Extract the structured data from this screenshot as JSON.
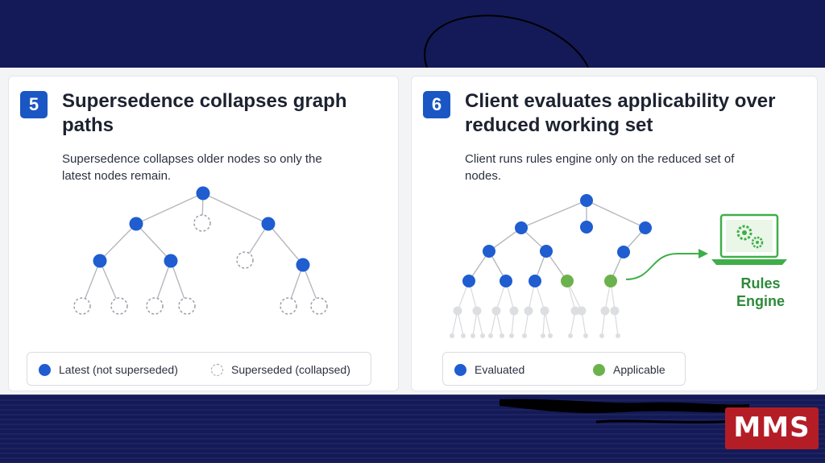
{
  "slides": {
    "left": {
      "number": "5",
      "title": "Supersedence collapses graph paths",
      "description": "Supersedence collapses older nodes so only the latest nodes remain.",
      "legend": [
        {
          "label": "Latest (not superseded)",
          "style": "solid-blue"
        },
        {
          "label": "Superseded (collapsed)",
          "style": "dashed-outline"
        }
      ]
    },
    "right": {
      "number": "6",
      "title": "Client evaluates applicability over reduced working set",
      "description": "Client runs rules engine only on the reduced set of nodes.",
      "legend": [
        {
          "label": "Evaluated",
          "style": "solid-blue"
        },
        {
          "label": "Applicable",
          "style": "solid-green"
        }
      ],
      "rules_engine_label": "Rules Engine",
      "rules_engine_icon": "laptop-gears-icon"
    }
  },
  "logo": {
    "text": "MMS"
  },
  "colors": {
    "node_latest": "#1f5dd0",
    "node_applicable": "#6cb24c",
    "node_superseded": "#9aa0a8",
    "badge": "#1a56c4",
    "rules_engine": "#2d8a3a",
    "background": "#141a57",
    "logo": "#b41d26"
  }
}
